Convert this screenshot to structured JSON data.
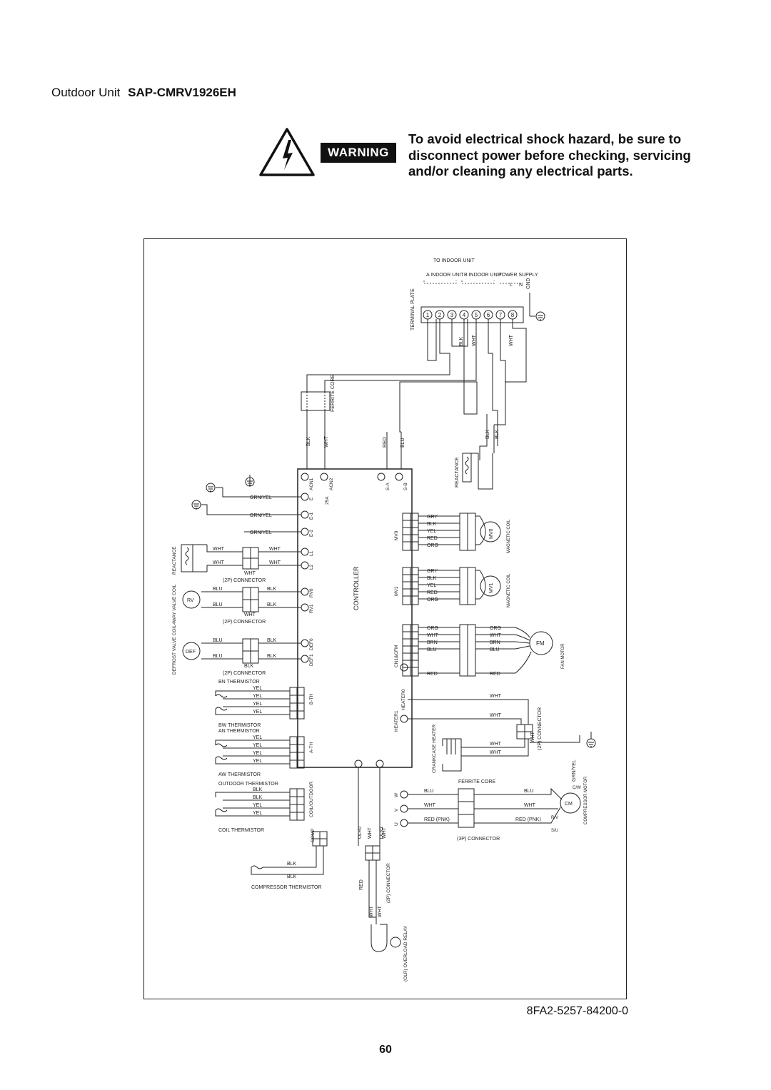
{
  "header": {
    "prefix": "Outdoor Unit",
    "model": "SAP-CMRV1926EH"
  },
  "warning": {
    "badge": "WARNING",
    "lines": [
      "To avoid electrical shock hazard, be sure to",
      "disconnect power before checking, servicing",
      "and/or cleaning any electrical parts."
    ]
  },
  "diagram": {
    "controller_label": "CONTROLLER",
    "terminal_plate": "TERMINAL PLATE",
    "terminal_numbers": [
      "1",
      "2",
      "3",
      "4",
      "5",
      "6",
      "7",
      "8"
    ],
    "top_groups": [
      "A INDOOR UNIT",
      "B INDOOR UNIT",
      "POWER SUPPLY"
    ],
    "to_indoor": "TO INDOOR UNIT",
    "power_marks": [
      "L",
      "N",
      "GND"
    ],
    "ferrite_core": "FERRITE CORE",
    "wire_colors": {
      "blk": "BLK",
      "wht": "WHT",
      "red": "RED",
      "blu": "BLU",
      "yel": "YEL",
      "grn_yel": "GRN/YEL",
      "gry": "GRY",
      "org": "ORG",
      "brn": "BRN",
      "pnk": "RED (PNK)"
    },
    "controller_pins_left": [
      "ACN1",
      "ACN2",
      "E",
      "E-1",
      "E-2",
      "L1",
      "L2",
      "RV0",
      "RV1",
      "DEF0",
      "DEF1",
      "B-TH",
      "A-TH",
      "COIL/OUTDOOR",
      "COMP",
      "25A"
    ],
    "controller_pins_right": [
      "S-A",
      "S-B",
      "MV0",
      "MV1",
      "CN1&CFM",
      "HEATER1",
      "HEATER0",
      "U",
      "V",
      "W",
      "OLR0",
      "OLR1"
    ],
    "components": {
      "reactance": "REACTANCE",
      "rv_coil": "4WAY VALVE COIL",
      "rv": "RV",
      "def_coil": "DEFROST VALVE COIL",
      "def": "DEF",
      "mv0": "MV0",
      "mv1": "MV1",
      "magnetic_coil": "MAGNETIC COIL",
      "fm": "FM",
      "fan_motor": "FAN MOTOR",
      "cm": "CM",
      "compressor_motor": "COMPRESSOR MOTOR",
      "crankcase_heater": "CRANKCASE HEATER",
      "overload_relay": "(OLR) OVERLOAD RELAY",
      "conn_2p": "(2P) CONNECTOR",
      "conn_3p": "(3P) CONNECTOR",
      "bn_therm": "BN THERMISTOR",
      "bw_therm": "BW THERMISTOR",
      "an_therm": "AN THERMISTOR",
      "aw_therm": "AW THERMISTOR",
      "outdoor_therm": "OUTDOOR THERMISTOR",
      "coil_therm": "COIL THERMISTOR",
      "comp_therm": "COMPRESSOR THERMISTOR",
      "suw": [
        "S/U",
        "C/W",
        "R/V"
      ]
    }
  },
  "footer": {
    "code": "8FA2-5257-84200-0",
    "page": "60"
  }
}
